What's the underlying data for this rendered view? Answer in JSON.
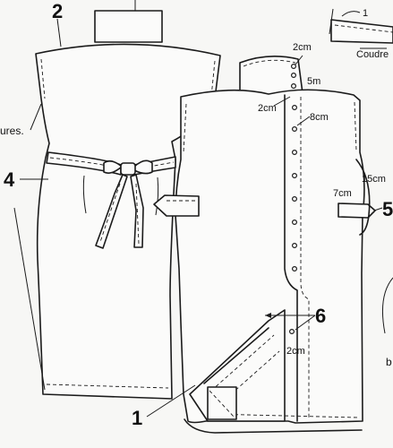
{
  "callouts": {
    "one": "1",
    "two": "2",
    "four": "4",
    "five": "5",
    "six": "6",
    "inset_one": "1"
  },
  "measurements": {
    "top_2cm": "2cm",
    "collar_5m": "5m",
    "side_2cm": "2cm",
    "button_8cm": "8cm",
    "waist_15cm": "15cm",
    "tab_7cm": "7cm",
    "slit_2cm": "2cm"
  },
  "cropped_text": {
    "left_edge": "ures.",
    "inset_label": "Coudre",
    "bottom_right": "b"
  }
}
